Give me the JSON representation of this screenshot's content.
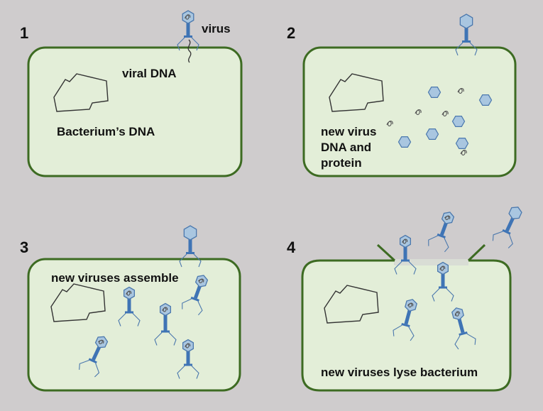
{
  "panels": [
    {
      "number": "1",
      "labels": {
        "virus": "virus",
        "viral_dna": "viral DNA",
        "bacterium_dna": "Bacterium’s DNA"
      }
    },
    {
      "number": "2",
      "labels": {
        "line1": "new virus",
        "line2": "DNA and",
        "line3": "protein"
      }
    },
    {
      "number": "3",
      "labels": {
        "assemble": "new viruses assemble"
      }
    },
    {
      "number": "4",
      "labels": {
        "lyse": "new viruses lyse bacterium"
      }
    }
  ],
  "colors": {
    "background": "#cfcccd",
    "cell_fill": "#e3eed8",
    "cell_border": "#3d6b22",
    "virus_fill": "#a9c6e0",
    "virus_stroke": "#4b78ad",
    "tail": "#3f74b5",
    "dna_line": "#333333"
  }
}
